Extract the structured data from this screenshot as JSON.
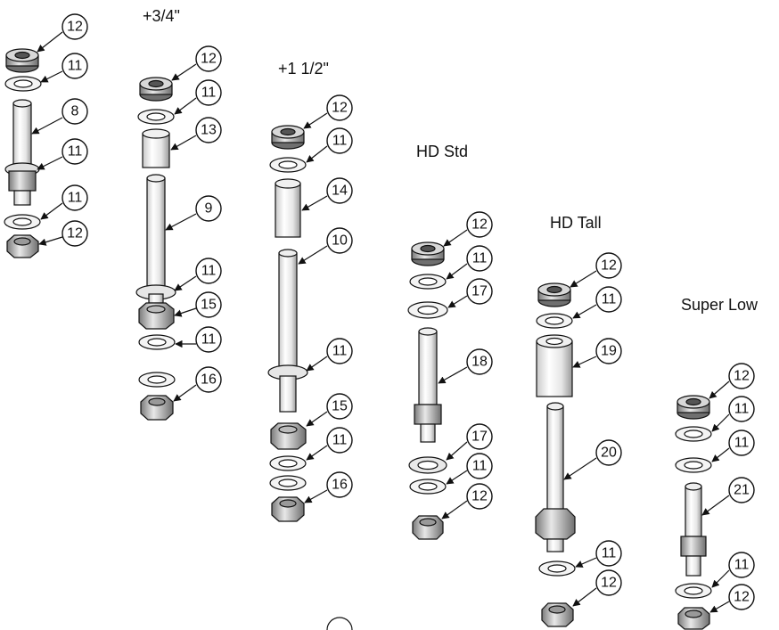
{
  "assemblies": [
    {
      "id": "std",
      "title": ""
    },
    {
      "id": "plus34",
      "title": "+3/4\""
    },
    {
      "id": "plus112",
      "title": "+1 1/2\""
    },
    {
      "id": "hdstd",
      "title": "HD Std"
    },
    {
      "id": "hdtall",
      "title": "HD Tall"
    },
    {
      "id": "superlow",
      "title": "Super Low"
    }
  ],
  "callouts": {
    "std": [
      "12",
      "11",
      "8",
      "11",
      "11",
      "12"
    ],
    "plus34": [
      "12",
      "11",
      "13",
      "9",
      "11",
      "15",
      "11",
      "16"
    ],
    "plus112": [
      "12",
      "11",
      "14",
      "10",
      "11",
      "15",
      "11",
      "16"
    ],
    "hdstd": [
      "12",
      "11",
      "17",
      "18",
      "17",
      "11",
      "12"
    ],
    "hdtall": [
      "12",
      "11",
      "19",
      "20",
      "11",
      "12"
    ],
    "superlow": [
      "12",
      "11",
      "11",
      "21",
      "11",
      "12"
    ]
  },
  "colors": {
    "stroke": "#111111",
    "fill_light": "#f2f2f2",
    "fill_mid": "#d0d0d0",
    "fill_dark": "#8a8a8a"
  }
}
